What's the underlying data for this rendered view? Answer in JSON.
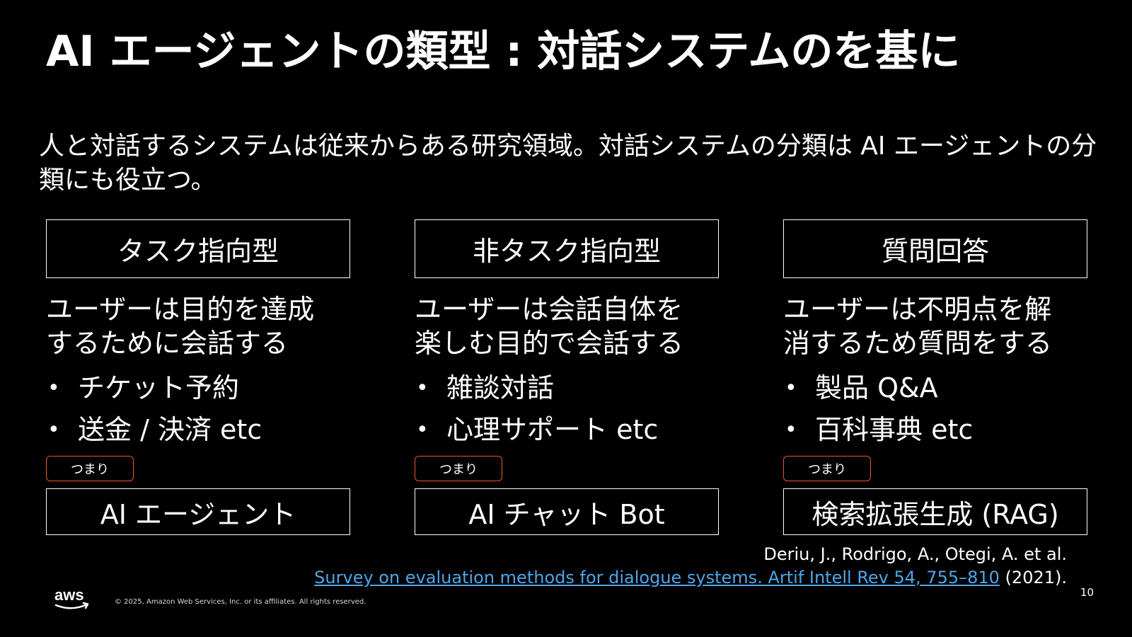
{
  "slide": {
    "title": "AI エージェントの類型 : 対話システムのを基に",
    "intro": "人と対話するシステムは従来からある研究領域。対話システムの分類は AI エージェントの分類にも役立つ。",
    "columns": [
      {
        "heading": "タスク指向型",
        "desc_line1": "ユーザーは目的を達成",
        "desc_line2": "するために会話する",
        "bullets": [
          "チケット予約",
          "送金 / 決済 etc"
        ],
        "tag": "つまり",
        "result": "AI エージェント"
      },
      {
        "heading": "非タスク指向型",
        "desc_line1": "ユーザーは会話自体を",
        "desc_line2": "楽しむ目的で会話する",
        "bullets": [
          "雑談対話",
          "心理サポート etc"
        ],
        "tag": "つまり",
        "result": "AI チャット Bot"
      },
      {
        "heading": "質問回答",
        "desc_line1": "ユーザーは不明点を解",
        "desc_line2": "消するため質問をする",
        "bullets": [
          "製品 Q&A",
          "百科事典 etc"
        ],
        "tag": "つまり",
        "result": "検索拡張生成 (RAG)"
      }
    ],
    "citation": {
      "authors": "Deriu, J., Rodrigo, A., Otegi, A. et al.",
      "link_text": "Survey on evaluation methods for dialogue systems. Artif Intell Rev 54, 755–810",
      "year": " (2021)."
    }
  },
  "footer": {
    "logo_text": "aws",
    "copyright": "© 2025, Amazon Web Services, Inc. or its affiliates. All rights reserved.",
    "page_number": "10"
  },
  "colors": {
    "background": "#000000",
    "text": "#ffffff",
    "accent_border": "#e8592a",
    "link": "#4ea6e8"
  }
}
